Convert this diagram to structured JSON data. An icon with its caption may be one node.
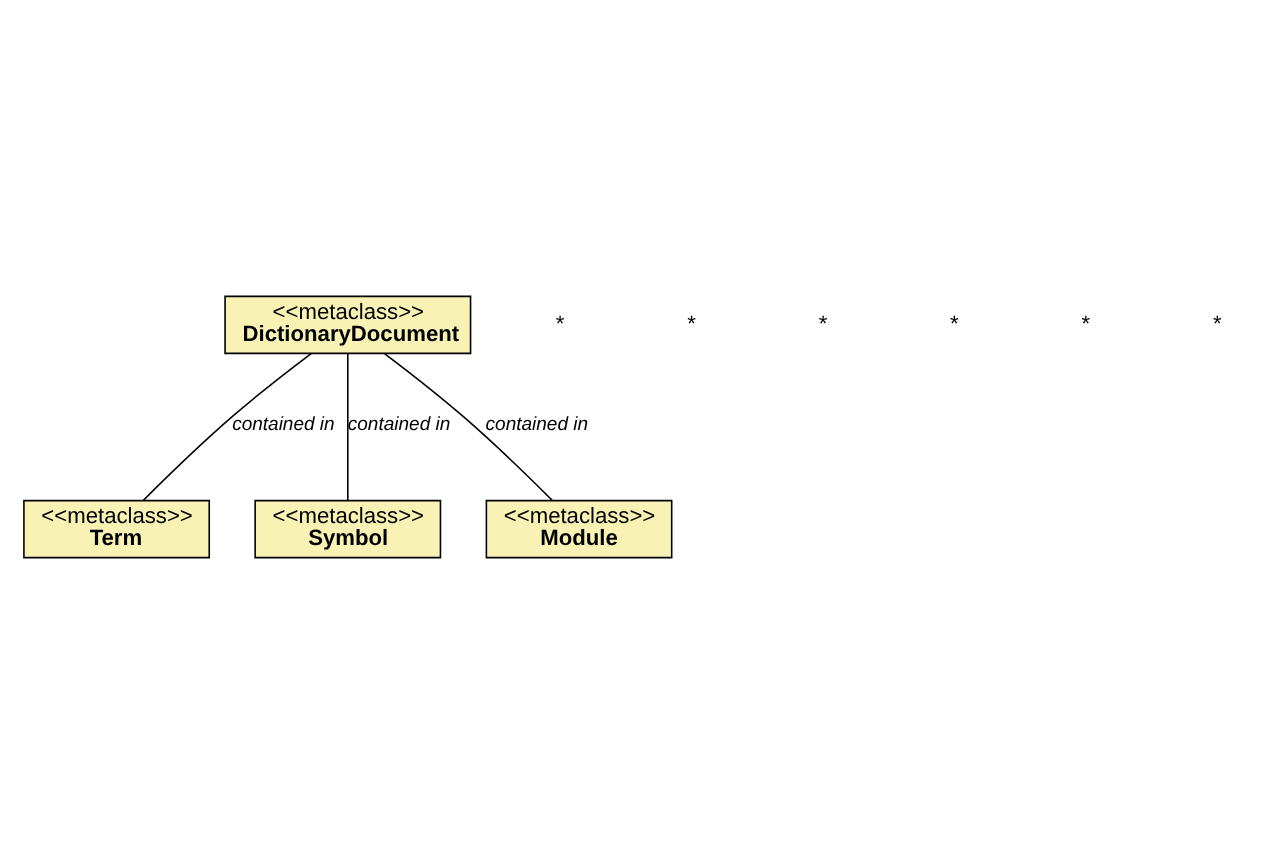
{
  "diagram": {
    "nodes": [
      {
        "text": [
          "<<metaclass>>",
          "DictionaryDocument"
        ]
      },
      {
        "text": [
          "<<metaclass>>",
          "Term"
        ]
      },
      {
        "text": [
          "<<metaclass>>",
          "Symbol"
        ]
      },
      {
        "text": [
          "<<metaclass>>",
          "Module"
        ]
      }
    ],
    "edges": [
      {
        "from": 0,
        "to": 1,
        "arrow": "none",
        "label": "contained in"
      },
      {
        "from": 0,
        "to": 2,
        "arrow": "none",
        "label": "contained in"
      },
      {
        "from": 0,
        "to": 3,
        "arrow": "none",
        "label": "contained in"
      }
    ],
    "labels": [
      "*",
      "*",
      "*",
      "*",
      "*",
      "*"
    ]
  }
}
